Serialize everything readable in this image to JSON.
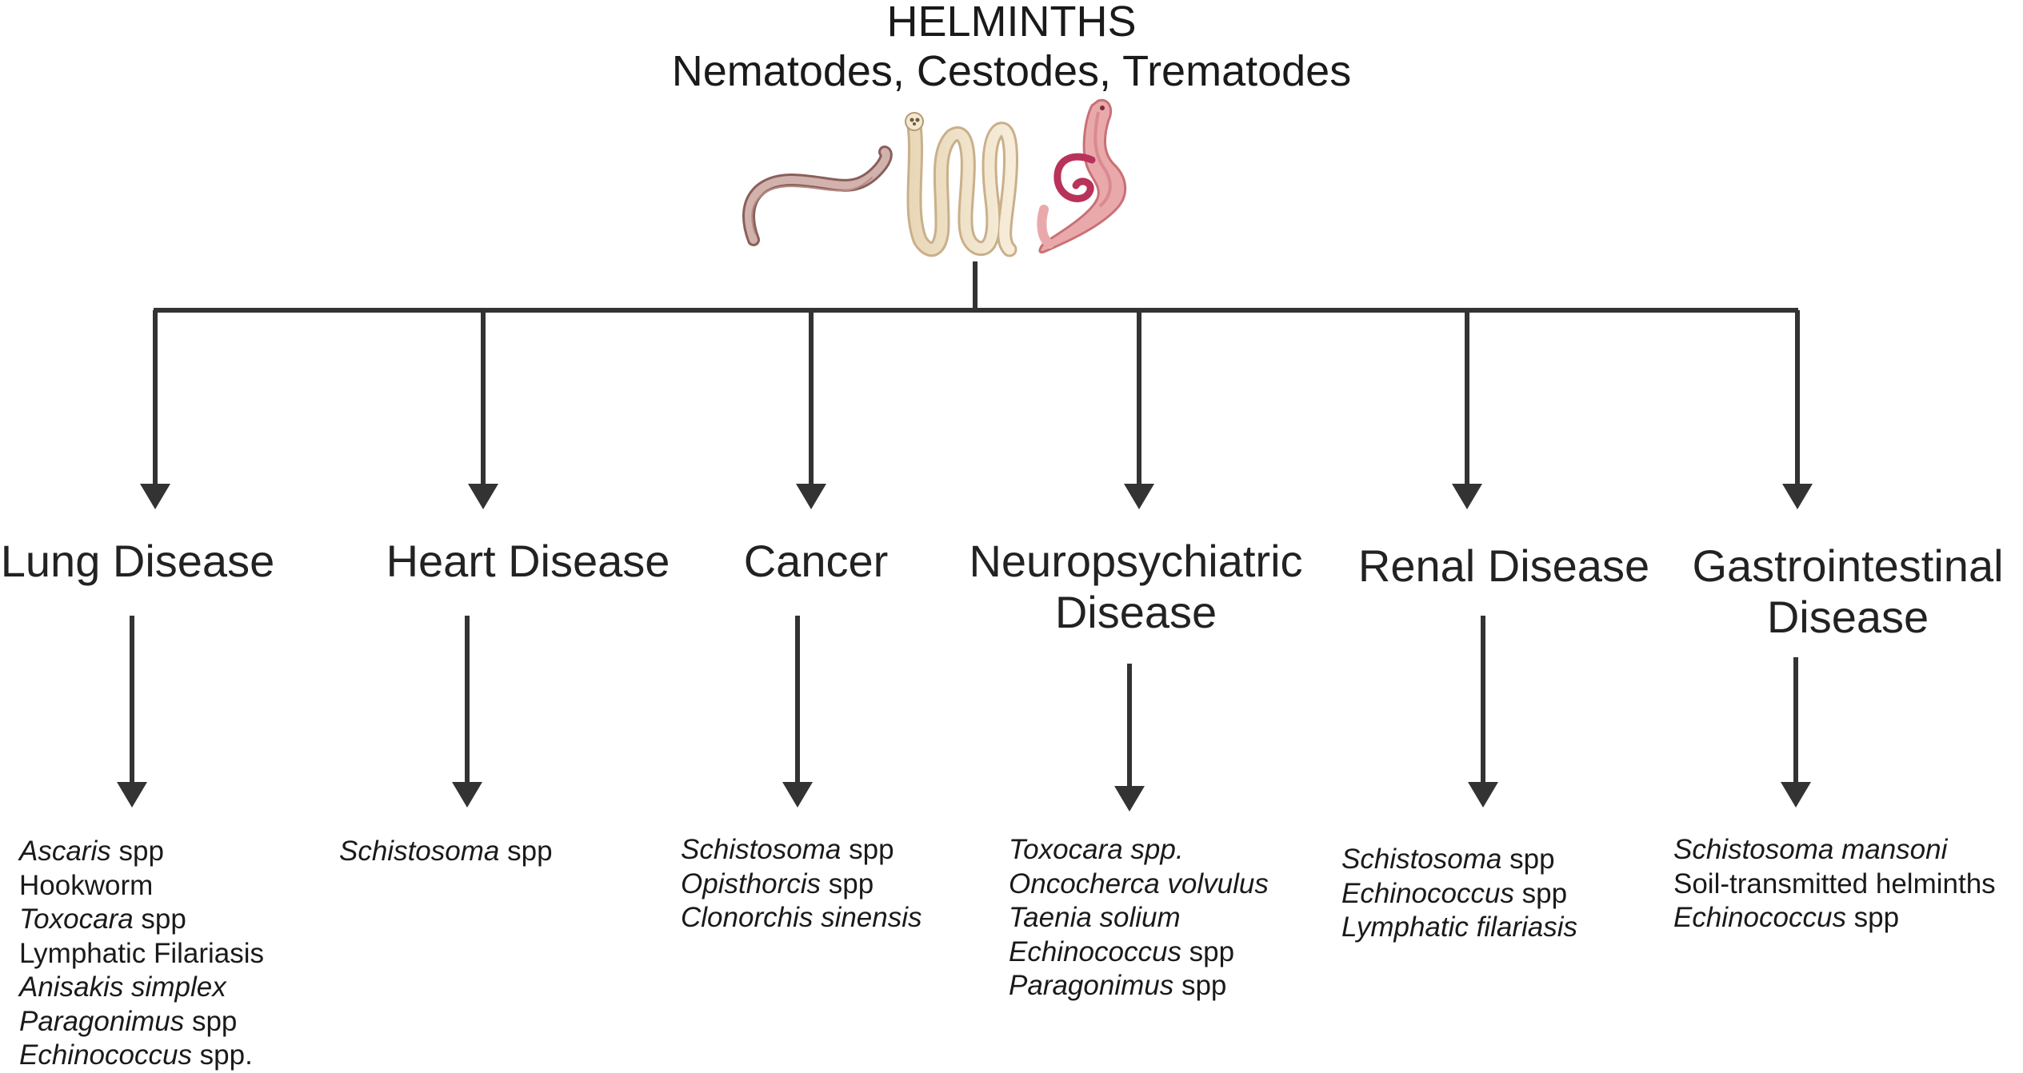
{
  "title": {
    "line1": "HELMINTHS",
    "line2": "Nematodes, Cestodes, Trematodes"
  },
  "icons": [
    "roundworm-icon",
    "tapeworm-icon",
    "fluke-icon"
  ],
  "colors": {
    "connector": "#333333",
    "roundworm": "#c9a8a3",
    "tapeworm": "#ecdcbf",
    "fluke": "#e7a9a9"
  },
  "categories": [
    {
      "id": "lung",
      "label_lines": [
        "Lung Disease"
      ],
      "species": [
        {
          "genus": "Ascaris",
          "rest": " spp"
        },
        {
          "genus": "",
          "rest": "Hookworm"
        },
        {
          "genus": "Toxocara",
          "rest": " spp"
        },
        {
          "genus": "",
          "rest": "Lymphatic Filariasis"
        },
        {
          "genus": "Anisakis simplex",
          "rest": ""
        },
        {
          "genus": "Paragonimus",
          "rest": " spp"
        },
        {
          "genus": "Echinococcus",
          "rest": " spp."
        }
      ]
    },
    {
      "id": "heart",
      "label_lines": [
        "Heart Disease"
      ],
      "species": [
        {
          "genus": "Schistosoma",
          "rest": " spp"
        }
      ]
    },
    {
      "id": "cancer",
      "label_lines": [
        "Cancer"
      ],
      "species": [
        {
          "genus": "Schistosoma",
          "rest": " spp"
        },
        {
          "genus": "Opisthorcis",
          "rest": " spp"
        },
        {
          "genus": "Clonorchis sinensis",
          "rest": ""
        }
      ]
    },
    {
      "id": "neuro",
      "label_lines": [
        "Neuropsychiatric",
        "Disease"
      ],
      "species": [
        {
          "genus": "Toxocara spp.",
          "rest": ""
        },
        {
          "genus": "Oncocherca volvulus",
          "rest": ""
        },
        {
          "genus": "Taenia solium",
          "rest": ""
        },
        {
          "genus": "Echinococcus",
          "rest": " spp"
        },
        {
          "genus": "Paragonimus",
          "rest": " spp"
        }
      ]
    },
    {
      "id": "renal",
      "label_lines": [
        "Renal Disease"
      ],
      "species": [
        {
          "genus": "Schistosoma",
          "rest": " spp"
        },
        {
          "genus": "Echinococcus",
          "rest": " spp"
        },
        {
          "genus": "Lymphatic filariasis",
          "rest": ""
        }
      ]
    },
    {
      "id": "gi",
      "label_lines": [
        "Gastrointestinal",
        "Disease"
      ],
      "species": [
        {
          "genus": "Schistosoma mansoni",
          "rest": ""
        },
        {
          "genus": "",
          "rest": "Soil-transmitted helminths"
        },
        {
          "genus": "Echinococcus",
          "rest": " spp"
        }
      ]
    }
  ]
}
